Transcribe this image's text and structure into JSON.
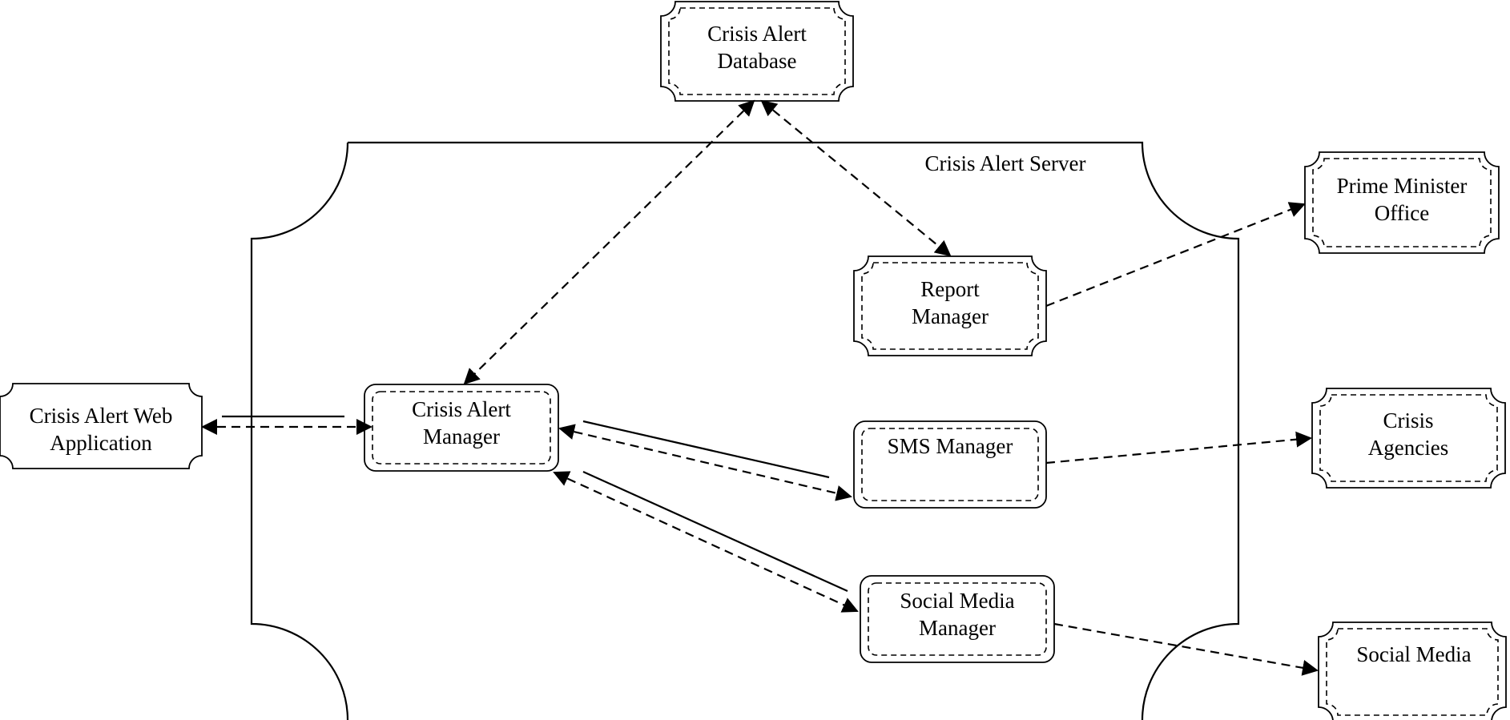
{
  "diagram": {
    "server": {
      "label": "Crisis Alert Server"
    },
    "nodes": {
      "database": {
        "lines": [
          "Crisis Alert",
          "Database"
        ]
      },
      "web_app": {
        "lines": [
          "Crisis Alert Web",
          "Application"
        ]
      },
      "alert_manager": {
        "lines": [
          "Crisis Alert",
          "Manager"
        ]
      },
      "report_manager": {
        "lines": [
          "Report",
          "Manager"
        ]
      },
      "sms_manager": {
        "lines": [
          "SMS Manager"
        ]
      },
      "social_media_manager": {
        "lines": [
          "Social Media",
          "Manager"
        ]
      },
      "prime_minister_office": {
        "lines": [
          "Prime Minister",
          "Office"
        ]
      },
      "crisis_agencies": {
        "lines": [
          "Crisis",
          "Agencies"
        ]
      },
      "social_media": {
        "lines": [
          "Social Media"
        ]
      }
    }
  }
}
